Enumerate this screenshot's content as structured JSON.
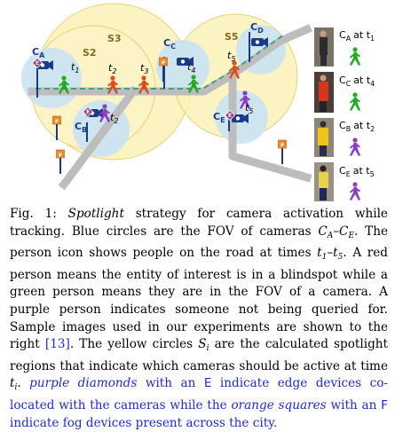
{
  "figure": {
    "spotlight_regions": [
      "S3",
      "S2",
      "S5"
    ],
    "cameras": {
      "a": {
        "letter": "C",
        "sub": "A"
      },
      "b": {
        "letter": "C",
        "sub": "B"
      },
      "c": {
        "letter": "C",
        "sub": "C"
      },
      "d": {
        "letter": "C",
        "sub": "D"
      },
      "e": {
        "letter": "C",
        "sub": "E"
      }
    },
    "times": {
      "t1": {
        "letter": "t",
        "sub": "1"
      },
      "t2a": {
        "letter": "t",
        "sub": "2"
      },
      "t3": {
        "letter": "t",
        "sub": "3"
      },
      "t4": {
        "letter": "t",
        "sub": "4"
      },
      "t5a": {
        "letter": "t",
        "sub": "5"
      },
      "t2b": {
        "letter": "t",
        "sub": "2"
      },
      "t5b": {
        "letter": "t",
        "sub": "5"
      }
    },
    "edge_label": "E",
    "fog_label": "F",
    "samples": [
      {
        "cam": "C",
        "sub": "A",
        "at": "at t",
        "tsub": "1",
        "person_color": "#22aa22"
      },
      {
        "cam": "C",
        "sub": "C",
        "at": "at t",
        "tsub": "4",
        "person_color": "#22aa22"
      },
      {
        "cam": "C",
        "sub": "B",
        "at": "at t",
        "tsub": "2",
        "person_color": "#8a3fc2"
      },
      {
        "cam": "C",
        "sub": "E",
        "at": "at t",
        "tsub": "5",
        "person_color": "#8a3fc2"
      }
    ],
    "colors": {
      "fov": "#c9e3f4",
      "spotlight": "#fbf1b8",
      "spotlight_border": "#e8d27a",
      "road": "#bdbdbd",
      "path": "#3f9f7f",
      "red_person": "#e04b1a",
      "green_person": "#22aa22",
      "purple_person": "#8a3fc2",
      "camera": "#1c3a8c",
      "fog_square": "#f08a24",
      "edge_diamond": "#9b3a7a"
    }
  },
  "caption": {
    "fig_label": "Fig. 1: ",
    "title_italic": "Spotlight",
    "p1": " strategy for camera activation while tracking. Blue circles are the FOV of cameras ",
    "ca": "C",
    "ca_sub": "A",
    "dash": "–",
    "ce": "C",
    "ce_sub": "E",
    "p2": ". The person icon shows people on the road at times ",
    "t1": "t",
    "t1_sub": "1",
    "t5": "t",
    "t5_sub": "5",
    "p3": ". A red person means the entity of interest is in a blindspot while a green person means they are in the FOV of a camera. A purple person indicates someone not being queried for. Sample images used in our experiments are shown to the right ",
    "ref": "[13]",
    "p4": ". The yellow circles ",
    "si": "S",
    "si_sub": "i",
    "p5": " are the calculated spotlight regions that indicate which cameras should be active at time ",
    "ti": "t",
    "ti_sub": "i",
    "p6": ". ",
    "purple_diamonds": "purple diamonds",
    "with_an": " with an ",
    "e_letter": "E",
    "p7": " indicate edge devices co-located with the cameras while the ",
    "orange_squares": "orange squares",
    "with_an2": " with an ",
    "f_letter": "F",
    "p8": " indicate fog devices present across the city."
  }
}
